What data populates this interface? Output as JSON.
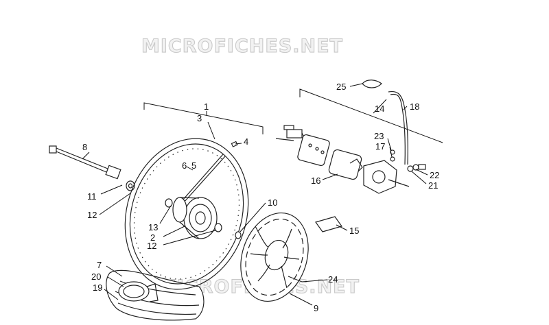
{
  "watermark": {
    "top": "MICROFICHES.NET",
    "bottom": "MICROFICHES.NET"
  },
  "callouts": [
    {
      "id": "c1",
      "label": "1"
    },
    {
      "id": "c3",
      "label": "3"
    },
    {
      "id": "c4",
      "label": "4"
    },
    {
      "id": "c8",
      "label": "8"
    },
    {
      "id": "c6",
      "label": "6"
    },
    {
      "id": "c5",
      "label": "5"
    },
    {
      "id": "c11",
      "label": "11"
    },
    {
      "id": "c12a",
      "label": "12"
    },
    {
      "id": "c13",
      "label": "13"
    },
    {
      "id": "c2",
      "label": "2"
    },
    {
      "id": "c12b",
      "label": "12"
    },
    {
      "id": "c10",
      "label": "10"
    },
    {
      "id": "c7",
      "label": "7"
    },
    {
      "id": "c20",
      "label": "20"
    },
    {
      "id": "c19",
      "label": "19"
    },
    {
      "id": "c25",
      "label": "25"
    },
    {
      "id": "c14",
      "label": "14"
    },
    {
      "id": "c18",
      "label": "18"
    },
    {
      "id": "c23",
      "label": "23"
    },
    {
      "id": "c17",
      "label": "17"
    },
    {
      "id": "c22",
      "label": "22"
    },
    {
      "id": "c21",
      "label": "21"
    },
    {
      "id": "c16",
      "label": "16"
    },
    {
      "id": "c15",
      "label": "15"
    },
    {
      "id": "c24",
      "label": "24"
    },
    {
      "id": "c9",
      "label": "9"
    }
  ]
}
